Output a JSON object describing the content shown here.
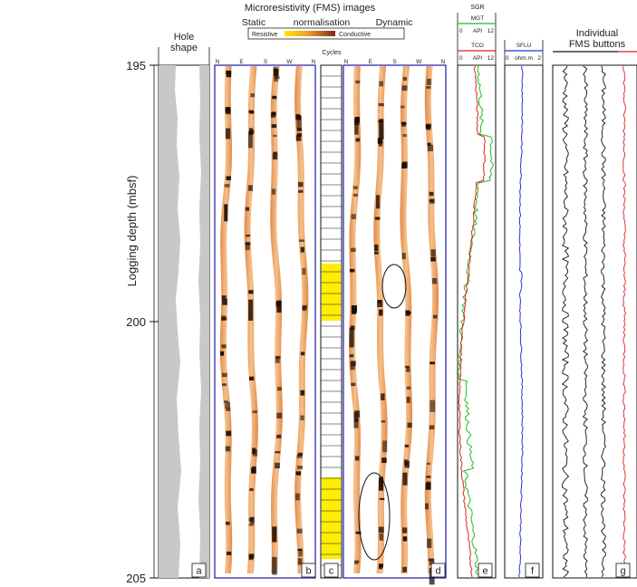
{
  "figure": {
    "header_title": "Microresistivity (FMS) images",
    "header_static": "Static",
    "header_normalisation": "normalisation",
    "header_dynamic": "Dynamic",
    "legend_resistive": "Resistive",
    "legend_conductive": "Conductive",
    "hole_shape_line1": "Hole",
    "hole_shape_line2": "shape",
    "cycles_label": "Cycles",
    "sgr_label": "SGR",
    "mgt_label": "MGT",
    "tco_label": "TCO",
    "sflu_label": "SFLU",
    "api_scale": [
      "0",
      "API",
      "12"
    ],
    "ohm_scale": [
      "0",
      "ohm.m",
      "2"
    ],
    "fms_buttons_line1": "Individual",
    "fms_buttons_line2": "FMS buttons",
    "compass": [
      "N",
      "E",
      "S",
      "W",
      "N"
    ],
    "y_axis_label": "Logging depth (mbsf)",
    "depth_ticks": [
      "195",
      "200",
      "205"
    ],
    "panel_labels": [
      "a",
      "b",
      "c",
      "d",
      "e",
      "f",
      "g"
    ],
    "colors": {
      "mgt_curve": "#22bb22",
      "tco_curve": "#dd2222",
      "sflu_curve": "#2233dd",
      "cycle_fill": "#ffee00",
      "image_border": "#1a1aaa",
      "hole_fill": "#c8c8c8"
    }
  }
}
